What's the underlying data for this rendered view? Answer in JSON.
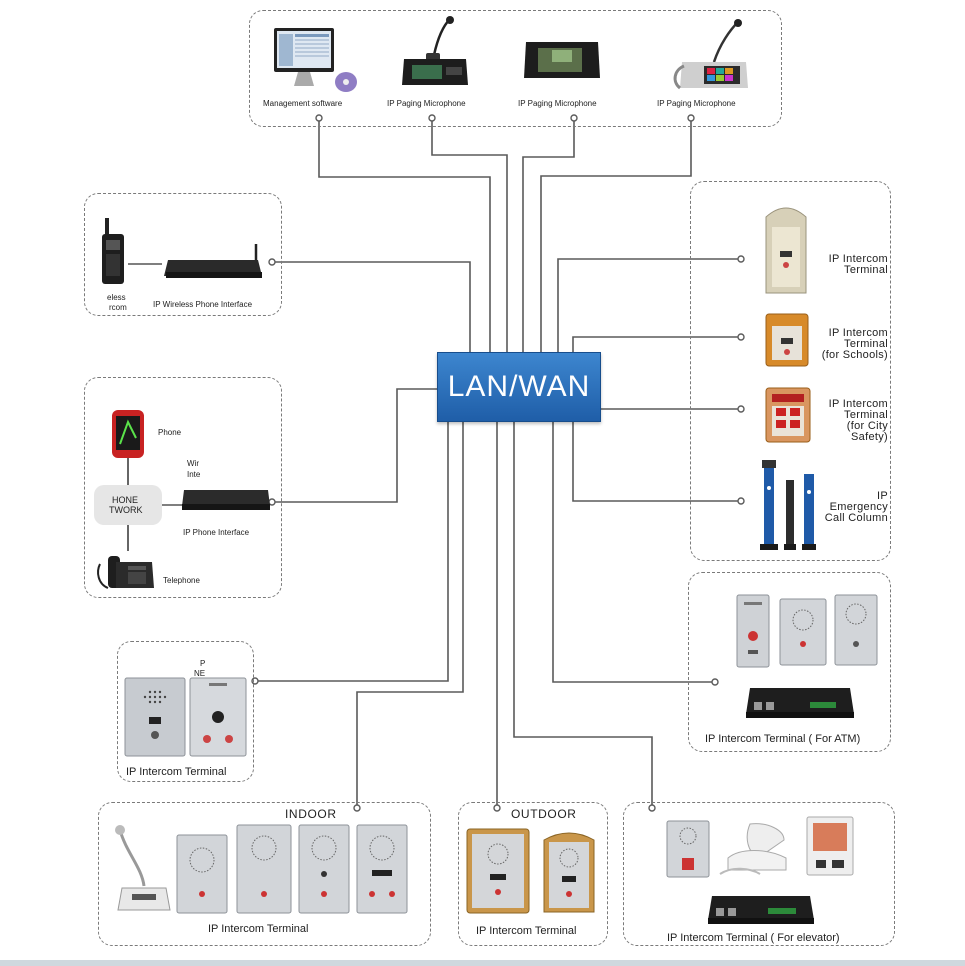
{
  "core": {
    "label": "LAN/WAN"
  },
  "top_group": {
    "items": [
      "Management  software",
      "IP Paging Microphone",
      "IP Paging Microphone",
      "IP Paging Microphone"
    ]
  },
  "wireless_group": {
    "radio_label_1": "eless",
    "radio_label_2": "rcom",
    "interface_label": "IP Wireless Phone Interface"
  },
  "phone_group": {
    "phone_label": "Phone",
    "network_label_1": "HONE",
    "network_label_2": "TWORK",
    "wire_label_1": "Wir",
    "wire_label_2": "Inte",
    "interface_label": "IP  Phone Interface",
    "telephone_label": "Telephone"
  },
  "left_intercom_group": {
    "label": "IP Intercom Terminal",
    "fragment_1": "P",
    "fragment_2": "NE"
  },
  "right_group": {
    "items": [
      {
        "lines": [
          "IP Intercom",
          "Terminal"
        ]
      },
      {
        "lines": [
          "IP Intercom",
          "Terminal",
          "(for Schools)"
        ]
      },
      {
        "lines": [
          "IP Intercom",
          "Terminal",
          "(for City",
          "Safety)"
        ]
      },
      {
        "lines": [
          "IP",
          "Emergency",
          "Call Column"
        ]
      }
    ]
  },
  "atm_group": {
    "label": "IP Intercom Terminal ( For ATM)"
  },
  "indoor_group": {
    "title": "INDOOR",
    "label": "IP Intercom Terminal"
  },
  "outdoor_group": {
    "title": "OUTDOOR",
    "label": "IP Intercom Terminal"
  },
  "elevator_group": {
    "label": "IP Intercom Terminal ( For elevator)"
  },
  "colors": {
    "core_blue": "#2a6db8",
    "line": "#555555",
    "dash": "#7a7a7a"
  }
}
